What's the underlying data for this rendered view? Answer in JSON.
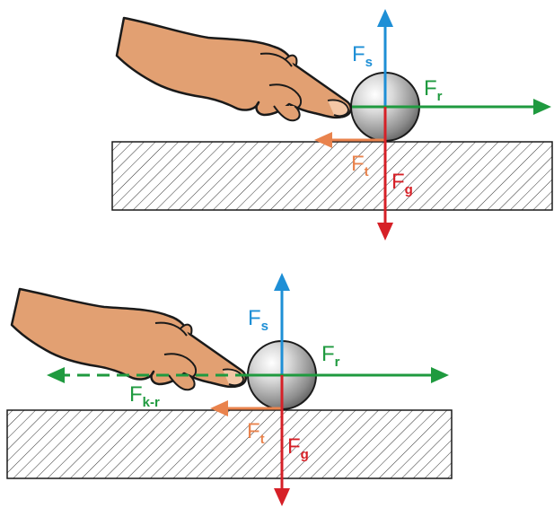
{
  "colors": {
    "blue": "#1e8fd6",
    "green": "#1f9a3f",
    "red": "#d62027",
    "orange": "#e9834d",
    "skin": "#e2a072",
    "outline": "#1a1a1a",
    "surface_fill": "#ffffff",
    "hatch": "#333333"
  },
  "icons": [
    "hand-icon",
    "ball-icon"
  ],
  "top": {
    "fs": {
      "main": "F",
      "sub": "s"
    },
    "fr": {
      "main": "F",
      "sub": "r"
    },
    "ft": {
      "main": "F",
      "sub": "t"
    },
    "fg": {
      "main": "F",
      "sub": "g"
    }
  },
  "bottom": {
    "fs": {
      "main": "F",
      "sub": "s"
    },
    "fr": {
      "main": "F",
      "sub": "r"
    },
    "ft": {
      "main": "F",
      "sub": "t"
    },
    "fg": {
      "main": "F",
      "sub": "g"
    },
    "fkr": {
      "main": "F",
      "sub": "k-r"
    }
  }
}
